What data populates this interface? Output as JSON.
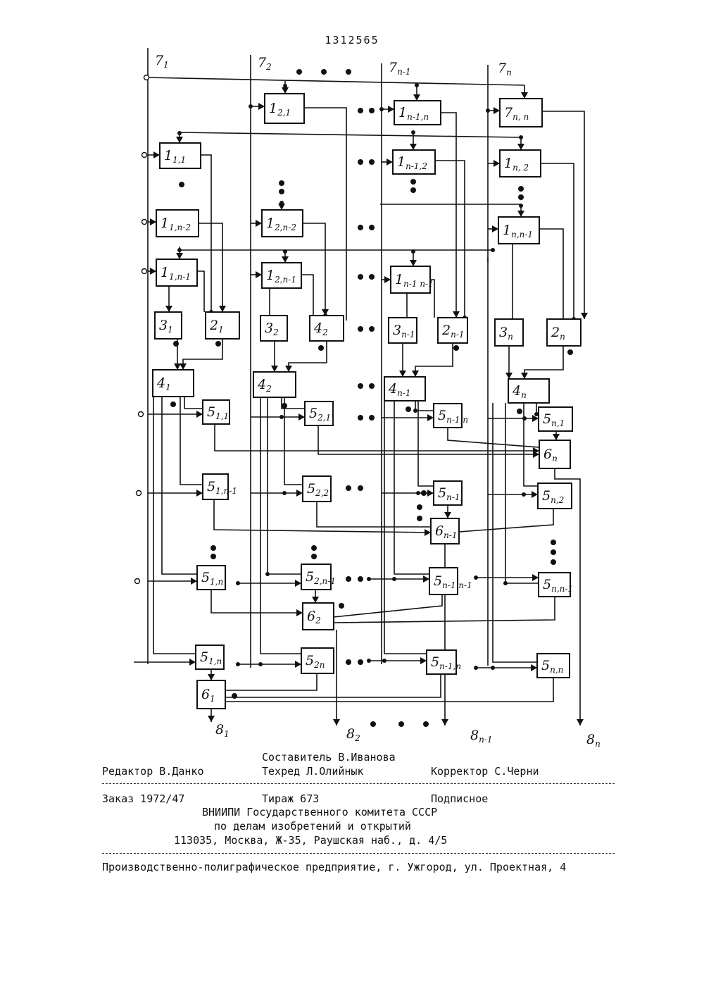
{
  "page_number": "1312565",
  "diagram": {
    "inputs": [
      {
        "id": "in1",
        "main": "7",
        "sub": "1"
      },
      {
        "id": "in2",
        "main": "7",
        "sub": "2"
      },
      {
        "id": "in3",
        "main": "7",
        "sub": "n-1"
      },
      {
        "id": "in4",
        "main": "7",
        "sub": "n"
      }
    ],
    "outputs": [
      {
        "id": "out1",
        "main": "8",
        "sub": "1"
      },
      {
        "id": "out2",
        "main": "8",
        "sub": "2"
      },
      {
        "id": "out3",
        "main": "8",
        "sub": "n-1"
      },
      {
        "id": "out4",
        "main": "8",
        "sub": "n"
      }
    ],
    "blocks": [
      {
        "id": "b1_21",
        "main": "1",
        "sub": "2,1"
      },
      {
        "id": "b1_n1n",
        "main": "1",
        "sub": "n-1,n"
      },
      {
        "id": "b7_nn",
        "main": "7",
        "sub": "n, n"
      },
      {
        "id": "b1_11",
        "main": "1",
        "sub": "1,1"
      },
      {
        "id": "b1_n12",
        "main": "1",
        "sub": "n-1,2"
      },
      {
        "id": "b1_n2",
        "main": "1",
        "sub": "n, 2"
      },
      {
        "id": "b1_1n2",
        "main": "1",
        "sub": "1,n-2"
      },
      {
        "id": "b1_2n2",
        "main": "1",
        "sub": "2,n-2"
      },
      {
        "id": "b1_nn1",
        "main": "1",
        "sub": "n,n-1"
      },
      {
        "id": "b1_1n1",
        "main": "1",
        "sub": "1,n-1"
      },
      {
        "id": "b1_2n1",
        "main": "1",
        "sub": "2,n-1"
      },
      {
        "id": "b1_n1n1",
        "main": "1",
        "sub": "n-1 n-1"
      },
      {
        "id": "b3_1",
        "main": "3",
        "sub": "1"
      },
      {
        "id": "b2_1",
        "main": "2",
        "sub": "1"
      },
      {
        "id": "b3_2",
        "main": "3",
        "sub": "2"
      },
      {
        "id": "b4_2a",
        "main": "4",
        "sub": "2"
      },
      {
        "id": "b3_n1",
        "main": "3",
        "sub": "n-1"
      },
      {
        "id": "b2_n1",
        "main": "2",
        "sub": "n-1"
      },
      {
        "id": "b3_n",
        "main": "3",
        "sub": "n"
      },
      {
        "id": "b2_n",
        "main": "2",
        "sub": "n"
      },
      {
        "id": "b4_1",
        "main": "4",
        "sub": "1"
      },
      {
        "id": "b4_2",
        "main": "4",
        "sub": "2"
      },
      {
        "id": "b4_n1",
        "main": "4",
        "sub": "n-1"
      },
      {
        "id": "b4_n",
        "main": "4",
        "sub": "n"
      },
      {
        "id": "b5_11",
        "main": "5",
        "sub": "1,1"
      },
      {
        "id": "b5_21",
        "main": "5",
        "sub": "2,1"
      },
      {
        "id": "b5_n1n",
        "main": "5",
        "sub": "n-1,n"
      },
      {
        "id": "b5_n1",
        "main": "5",
        "sub": "n,1"
      },
      {
        "id": "b6_n",
        "main": "6",
        "sub": "n"
      },
      {
        "id": "b5_1n1",
        "main": "5",
        "sub": "1,n-1"
      },
      {
        "id": "b5_22",
        "main": "5",
        "sub": "2,2"
      },
      {
        "id": "b5_n11",
        "main": "5",
        "sub": "n-1,"
      },
      {
        "id": "b5_n2",
        "main": "5",
        "sub": "n,2"
      },
      {
        "id": "b6_n1",
        "main": "6",
        "sub": "n-1"
      },
      {
        "id": "b5_1n",
        "main": "5",
        "sub": "1,n"
      },
      {
        "id": "b5_2n1",
        "main": "5",
        "sub": "2,n-1"
      },
      {
        "id": "b5_n1n1",
        "main": "5",
        "sub": "n-1 n-1"
      },
      {
        "id": "b5_nn1",
        "main": "5",
        "sub": "n,n-1"
      },
      {
        "id": "b6_2",
        "main": "6",
        "sub": "2"
      },
      {
        "id": "b5_1nb",
        "main": "5",
        "sub": "1,n"
      },
      {
        "id": "b5_2n",
        "main": "5",
        "sub": "2n"
      },
      {
        "id": "b5_n1nb",
        "main": "5",
        "sub": "n-1,n"
      },
      {
        "id": "b5_nn",
        "main": "5",
        "sub": "n,n"
      },
      {
        "id": "b6_1",
        "main": "6",
        "sub": "1"
      }
    ]
  },
  "footer": {
    "composer": "Составитель В.Иванова",
    "editor": "Редактор В.Данко",
    "techred": "Техред Л.Олийнык",
    "corrector": "Корректор С.Черни",
    "order": "Заказ 1972/47",
    "circulation": "Тираж 673",
    "subscription": "Подписное",
    "org1": "ВНИИПИ Государственного комитета СССР",
    "org2": "по делам изобретений и открытий",
    "address": "113035, Москва, Ж-35, Раушская наб., д. 4/5",
    "printer": "Производственно-полиграфическое предприятие, г. Ужгород, ул. Проектная, 4"
  }
}
